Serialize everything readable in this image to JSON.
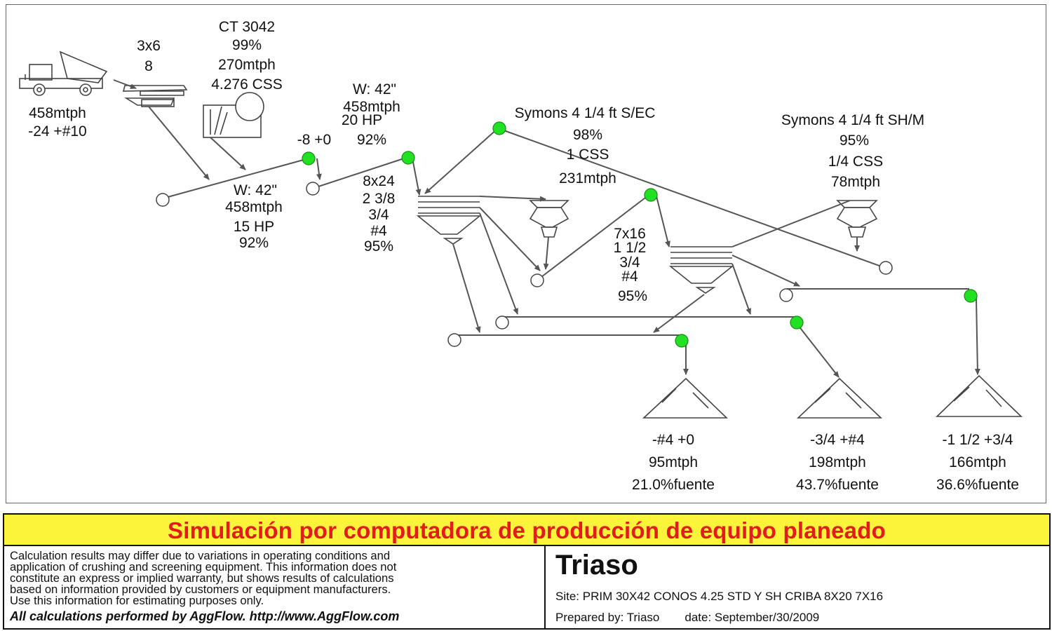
{
  "labels": {
    "truck_rate": "458mtph",
    "truck_size": "-24 +#10",
    "feeder_size": "3x6",
    "feeder_num": "8",
    "crusher_model": "CT 3042",
    "crusher_eff": "99%",
    "crusher_rate": "270mtph",
    "crusher_css": "4.276 CSS",
    "conv1_width": "W: 42\"",
    "conv1_rate": "458mtph",
    "conv1_hp": "15 HP",
    "conv1_eff": "92%",
    "node_size": "-8 +0",
    "conv2_width": "W: 42\"",
    "conv2_rate": "458mtph",
    "conv2_hp": "20 HP",
    "conv2_eff": "92%",
    "screen1_size": "8x24",
    "screen1_d1": "2 3/8",
    "screen1_d2": "3/4",
    "screen1_d3": "#4",
    "screen1_eff": "95%",
    "cone1_model": "Symons 4 1/4 ft S/EC",
    "cone1_eff": "98%",
    "cone1_css": "1 CSS",
    "cone1_rate": "231mtph",
    "screen2_size": "7x16",
    "screen2_d1": "1 1/2",
    "screen2_d2": "3/4",
    "screen2_d3": "#4",
    "screen2_eff": "95%",
    "cone2_model": "Symons 4 1/4 ft SH/M",
    "cone2_eff": "95%",
    "cone2_css": "1/4 CSS",
    "cone2_rate": "78mtph"
  },
  "products": [
    {
      "size": "-#4 +0",
      "rate": "95mtph",
      "pct": "21.0%fuente"
    },
    {
      "size": "-3/4 +#4",
      "rate": "198mtph",
      "pct": "43.7%fuente"
    },
    {
      "size": "-1 1/2 +3/4",
      "rate": "166mtph",
      "pct": "36.6%fuente"
    }
  ],
  "footer": {
    "banner": "Simulación por computadora de producción de equipo planeado",
    "disclaimer_lines": [
      "Calculation results may differ due to variations in operating conditions and",
      "application of crushing and screening equipment. This information does not",
      "constitute an express or implied warranty, but shows results of calculations",
      "based on information provided by customers or equipment manufacturers.",
      "Use this information for estimating purposes only."
    ],
    "aggflow_note": "All calculations performed by AggFlow.  http://www.AggFlow.com",
    "company": "Triaso",
    "site": "Site: PRIM 30X42 CONOS 4.25 STD Y SH CRIBA 8X20 7X16",
    "prepared_by": "Prepared by: Triaso",
    "date": "date: September/30/2009"
  },
  "colors": {
    "active_node": "#22e022",
    "banner_bg": "#fbf43a",
    "banner_text": "#e31b1b"
  }
}
